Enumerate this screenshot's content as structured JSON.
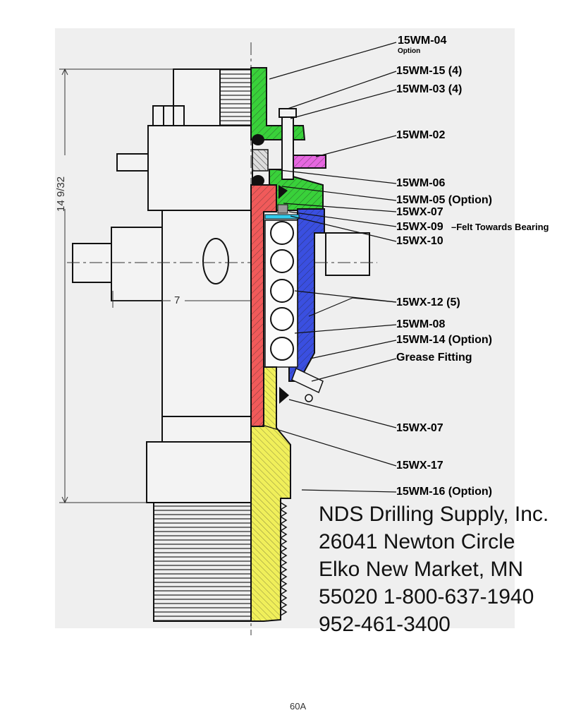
{
  "diagram": {
    "callouts": [
      {
        "id": "c1",
        "label": "15WM-04",
        "note": "Option"
      },
      {
        "id": "c2",
        "label": "15WM-15 (4)"
      },
      {
        "id": "c3",
        "label": "15WM-03 (4)"
      },
      {
        "id": "c4",
        "label": "15WM-02"
      },
      {
        "id": "c5",
        "label": "15WM-06"
      },
      {
        "id": "c6",
        "label": "15WM-05  (Option)"
      },
      {
        "id": "c7",
        "label": "15WX-07"
      },
      {
        "id": "c8",
        "label": "15WX-09",
        "note": "Felt Towards Bearing"
      },
      {
        "id": "c9",
        "label": "15WX-10"
      },
      {
        "id": "c10",
        "label": "15WX-12 (5)"
      },
      {
        "id": "c11",
        "label": "15WM-08"
      },
      {
        "id": "c12",
        "label": "15WM-14 (Option)"
      },
      {
        "id": "c13",
        "label": "Grease Fitting"
      },
      {
        "id": "c14",
        "label": "15WX-07"
      },
      {
        "id": "c15",
        "label": "15WX-17"
      },
      {
        "id": "c16",
        "label": "15WM-16  (Option)"
      }
    ],
    "dimensions": {
      "height": "14  9/32",
      "width": "7"
    },
    "colors": {
      "cap": "#39d13a",
      "flange": "#e667e0",
      "housing": "#3a4fe0",
      "stem": "#f05a5a",
      "nipple": "#f0ef5a",
      "felt": "#33ccee",
      "outline": "#111111"
    }
  },
  "company": {
    "name": "NDS Drilling Supply, Inc.",
    "street": "26041 Newton Circle",
    "city": "Elko New Market, MN",
    "zip_phone": "55020 1-800-637-1940",
    "phone2": "952-461-3400"
  },
  "page_number": "60A"
}
